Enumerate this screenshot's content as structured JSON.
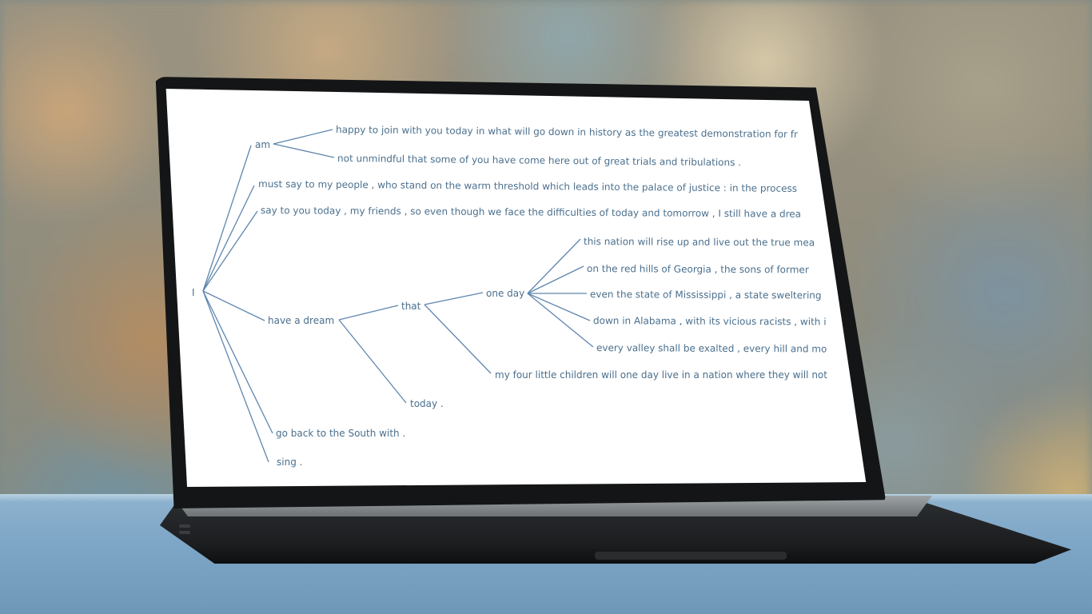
{
  "tree": {
    "root": "I",
    "am": "am",
    "am_child_1": "happy to join with you today in what will go down in history as the greatest demonstration for fr",
    "am_child_2": "not unmindful that some of you have come here out of great trials and tribulations .",
    "must_say": "must say to my people , who stand on the warm threshold which leads into the palace of justice : in the process",
    "say_to_you": "say to you today , my friends , so even though we face the difficulties of today and tomorrow , I still have a drea",
    "have_a_dream": "have a dream",
    "that": "that",
    "one_day": "one day",
    "one_day_children": [
      "this nation will rise up and live out the true mea",
      "on the red hills of Georgia , the sons of former",
      "even the state of Mississippi , a state sweltering",
      "down in Alabama , with its vicious racists , with i",
      "every valley shall be exalted , every hill and mo"
    ],
    "four_children": "my four little children will one day live in a nation where they will not",
    "today": "today .",
    "go_back": "go back to the South with .",
    "sing": "sing ."
  },
  "colors": {
    "edge": "#5f86ad",
    "text": "#4a6f8d",
    "screen": "#ffffff"
  }
}
